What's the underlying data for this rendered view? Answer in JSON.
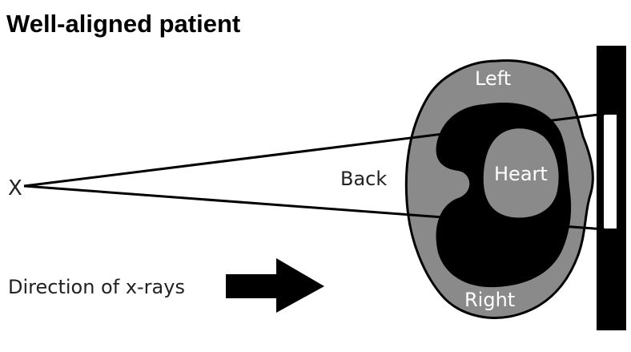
{
  "title": "Well-aligned patient",
  "source_label": "X",
  "labels": {
    "back": "Back",
    "left": "Left",
    "heart": "Heart",
    "right": "Right"
  },
  "direction_label": "Direction of x-rays",
  "colors": {
    "body": "#8a8a8a",
    "lungs": "#000000",
    "detector": "#000000",
    "detector_window": "#ffffff",
    "beam": "#000000"
  }
}
